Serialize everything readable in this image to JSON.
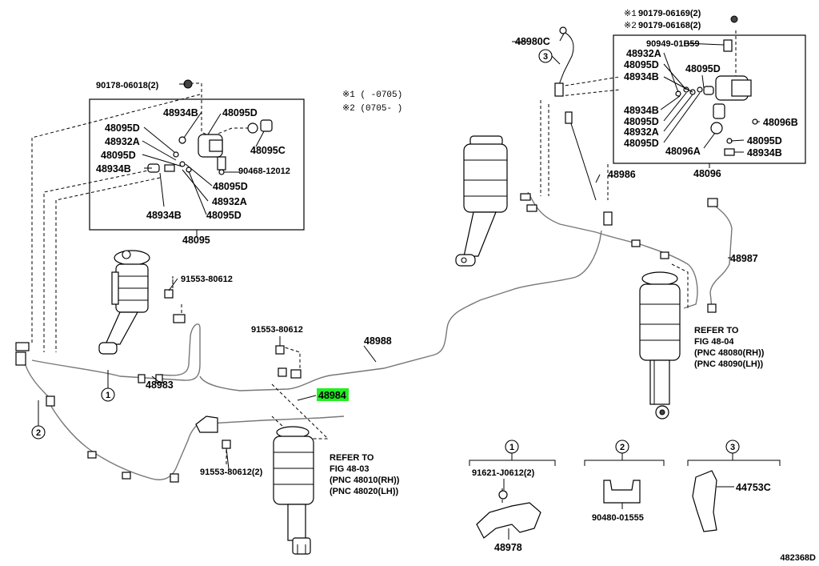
{
  "labels": {
    "p48980C": "48980C",
    "p90949": "90949-01B59",
    "p48932A_r1": "48932A",
    "p48095D_r1": "48095D",
    "p48095D_r2": "48095D",
    "p48934B_r1": "48934B",
    "p48934B_r2": "48934B",
    "p48095D_r3": "48095D",
    "p48932A_r2": "48932A",
    "p48095D_r4": "48095D",
    "p48096A": "48096A",
    "p48096B": "48096B",
    "p48095D_r5": "48095D",
    "p48934B_r3": "48934B",
    "p48096": "48096",
    "p48986": "48986",
    "p48987": "48987",
    "p90178": "90178-06018(2)",
    "p48934B_l1": "48934B",
    "p48095D_l1": "48095D",
    "p48095D_l2": "48095D",
    "p48932A_l1": "48932A",
    "p48095D_l3": "48095D",
    "p48934B_l2": "48934B",
    "p48095C": "48095C",
    "p90468": "90468-12012",
    "p48095D_l4": "48095D",
    "p48932A_l2": "48932A",
    "p48934B_l3": "48934B",
    "p48095D_l5": "48095D",
    "p48095": "48095",
    "p91553_a": "91553-80612",
    "p91553_b": "91553-80612",
    "p91553_c": "91553-80612(2)",
    "p48983": "48983",
    "p48988": "48988",
    "p48984": "48984",
    "p91621": "91621-J0612(2)",
    "p48978": "48978",
    "p90480": "90480-01555",
    "p44753C": "44753C"
  },
  "notes": {
    "top1_mark": "※1",
    "top1_part": "90179-06169(2)",
    "top2_mark": "※2",
    "top2_part": "90179-06168(2)",
    "legend1": "※1 (  -0705)",
    "legend2": "※2 (0705-  )"
  },
  "refs": {
    "right": [
      "REFER TO",
      "FIG 48-04",
      "(PNC 48080(RH))",
      "(PNC 48090(LH))"
    ],
    "left": [
      "REFER TO",
      "FIG 48-03",
      "(PNC 48010(RH))",
      "(PNC 48020(LH))"
    ]
  },
  "callouts": {
    "c1": "1",
    "c2": "2",
    "c3": "3"
  },
  "figure_id": "482368D",
  "highlight_color": "#22ee22"
}
